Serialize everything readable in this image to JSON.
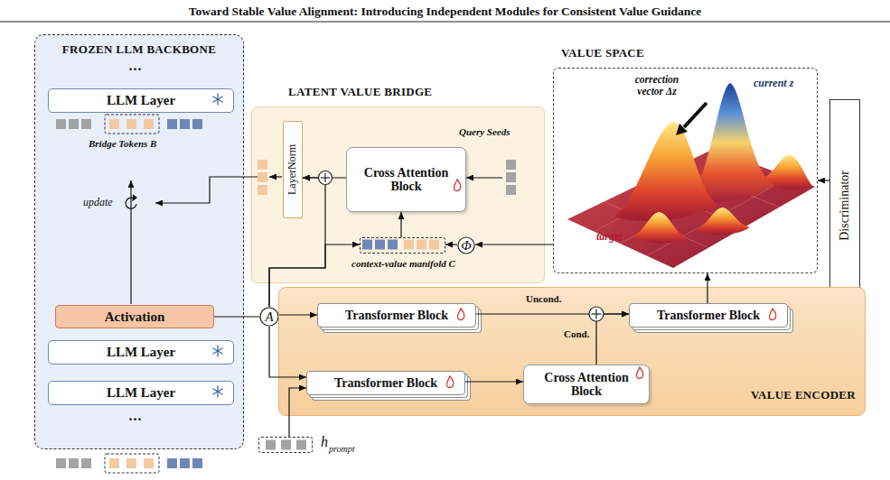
{
  "diagram": {
    "title": "Toward Stable Value Alignment: Introducing Independent Modules for Consistent Value Guidance",
    "nodes": [
      {
        "text": [
          "FROZEN LLM BACKBONE"
        ]
      },
      {
        "text": [
          "LLM Layer"
        ],
        "in": 0
      },
      {
        "text": [
          "Activation"
        ],
        "in": 0
      },
      {
        "text": [
          "LLM Layer"
        ],
        "in": 0
      },
      {
        "text": [
          "LLM Layer"
        ],
        "in": 0
      },
      {
        "text": [
          "LATENT VALUE BRIDGE"
        ]
      },
      {
        "text": [
          "LayerNorm"
        ],
        "in": 5
      },
      {
        "text": [
          "Cross Attention Block"
        ],
        "in": 5
      },
      {
        "text": [
          "context-value manifold C"
        ],
        "in": 5
      },
      {
        "text": [
          "Φ"
        ],
        "in": 5
      },
      {
        "text": [
          "VALUE SPACE"
        ]
      },
      {
        "text": [
          "Discriminator"
        ]
      },
      {
        "text": [
          "A"
        ]
      },
      {
        "text": [
          "VALUE ENCODER"
        ]
      },
      {
        "text": [
          "Transformer Block"
        ],
        "in": 13
      },
      {
        "text": [
          "Transformer Block"
        ],
        "in": 13
      },
      {
        "text": [
          "Transformer Block"
        ],
        "in": 13
      },
      {
        "text": [
          "Cross Attention Block"
        ],
        "in": 13
      },
      {
        "text": [
          "h",
          "prompt"
        ]
      }
    ],
    "edges": [
      {
        "from": 2,
        "to": 12,
        "arrow": "none"
      },
      {
        "from": 12,
        "to": 14,
        "arrow": "to"
      },
      {
        "from": 12,
        "to": 16,
        "arrow": "to"
      },
      {
        "from": 12,
        "to": 8,
        "arrow": "to"
      },
      {
        "from": 12,
        "to": 6,
        "arrow": "to"
      },
      {
        "from": 8,
        "to": 7,
        "arrow": "to"
      },
      {
        "from": 9,
        "to": 8,
        "arrow": "to"
      },
      {
        "from": 10,
        "to": 9,
        "arrow": "to"
      },
      {
        "from": 7,
        "to": 6,
        "arrow": "to"
      },
      {
        "from": 14,
        "to": 15,
        "arrow": "to"
      },
      {
        "from": 17,
        "to": 15,
        "arrow": "to"
      },
      {
        "from": 16,
        "to": 17,
        "arrow": "to"
      },
      {
        "from": 18,
        "to": 16,
        "arrow": "to"
      },
      {
        "from": 15,
        "to": 10,
        "arrow": "to"
      },
      {
        "from": 11,
        "to": 10,
        "arrow": "to"
      }
    ],
    "labels": [
      "...",
      "Bridge Tokens B",
      "update",
      "...",
      "Query Seeds",
      "correction vector Δz",
      "current z",
      "target",
      "Uncond.",
      "Cond."
    ]
  }
}
